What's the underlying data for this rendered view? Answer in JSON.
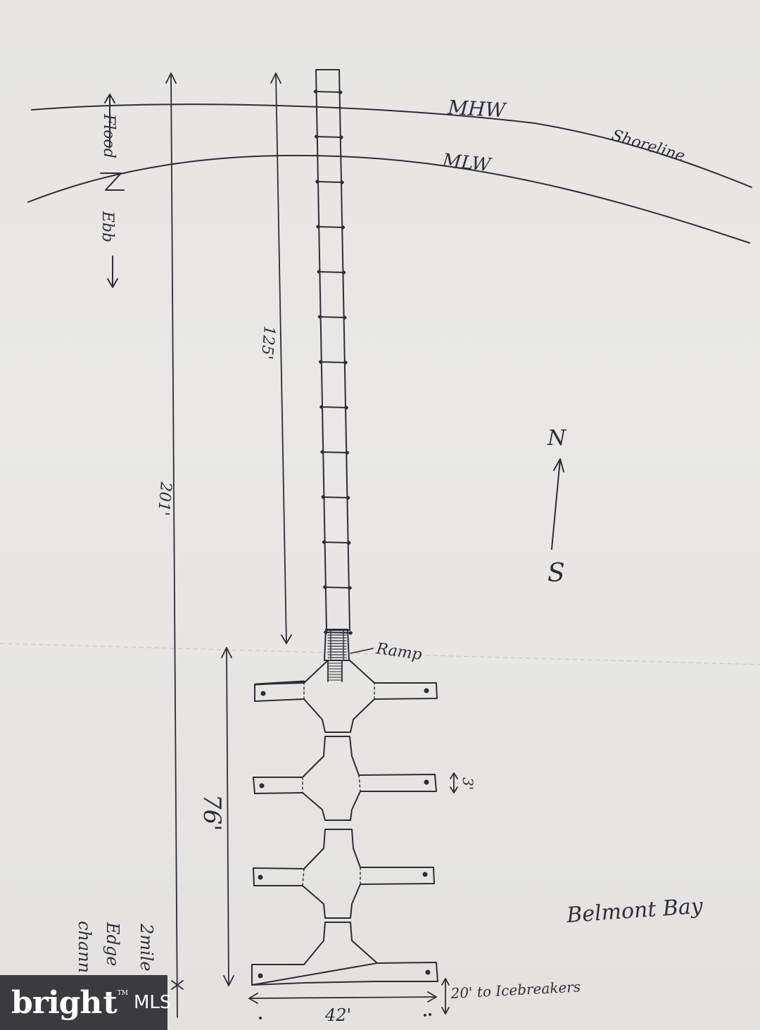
{
  "labels": {
    "mhw": "MHW",
    "shoreline": "Shoreline",
    "mlw": "MLW",
    "flood": "Flood",
    "ebb": "Ebb",
    "overall_length": "201'",
    "pier_length": "125'",
    "ramp": "Ramp",
    "north": "N",
    "south": "S",
    "platform_length": "76'",
    "finger_width": "3'",
    "platform_width": "42'",
    "icebreakers": "20' to Icebreakers",
    "water_body": "Belmont Bay",
    "channel_line1": "2mile",
    "channel_line2": "Edge",
    "channel_line3": "chann"
  },
  "logo": {
    "brand_a": "brigh",
    "brand_b": "t",
    "tm": "TM",
    "mls": "MLS"
  },
  "colors": {
    "paper": "#e7e6e4",
    "ink": "#2d2d38",
    "logo_bg": "#3b3b3f",
    "logo_accent": "#e04b3a"
  }
}
